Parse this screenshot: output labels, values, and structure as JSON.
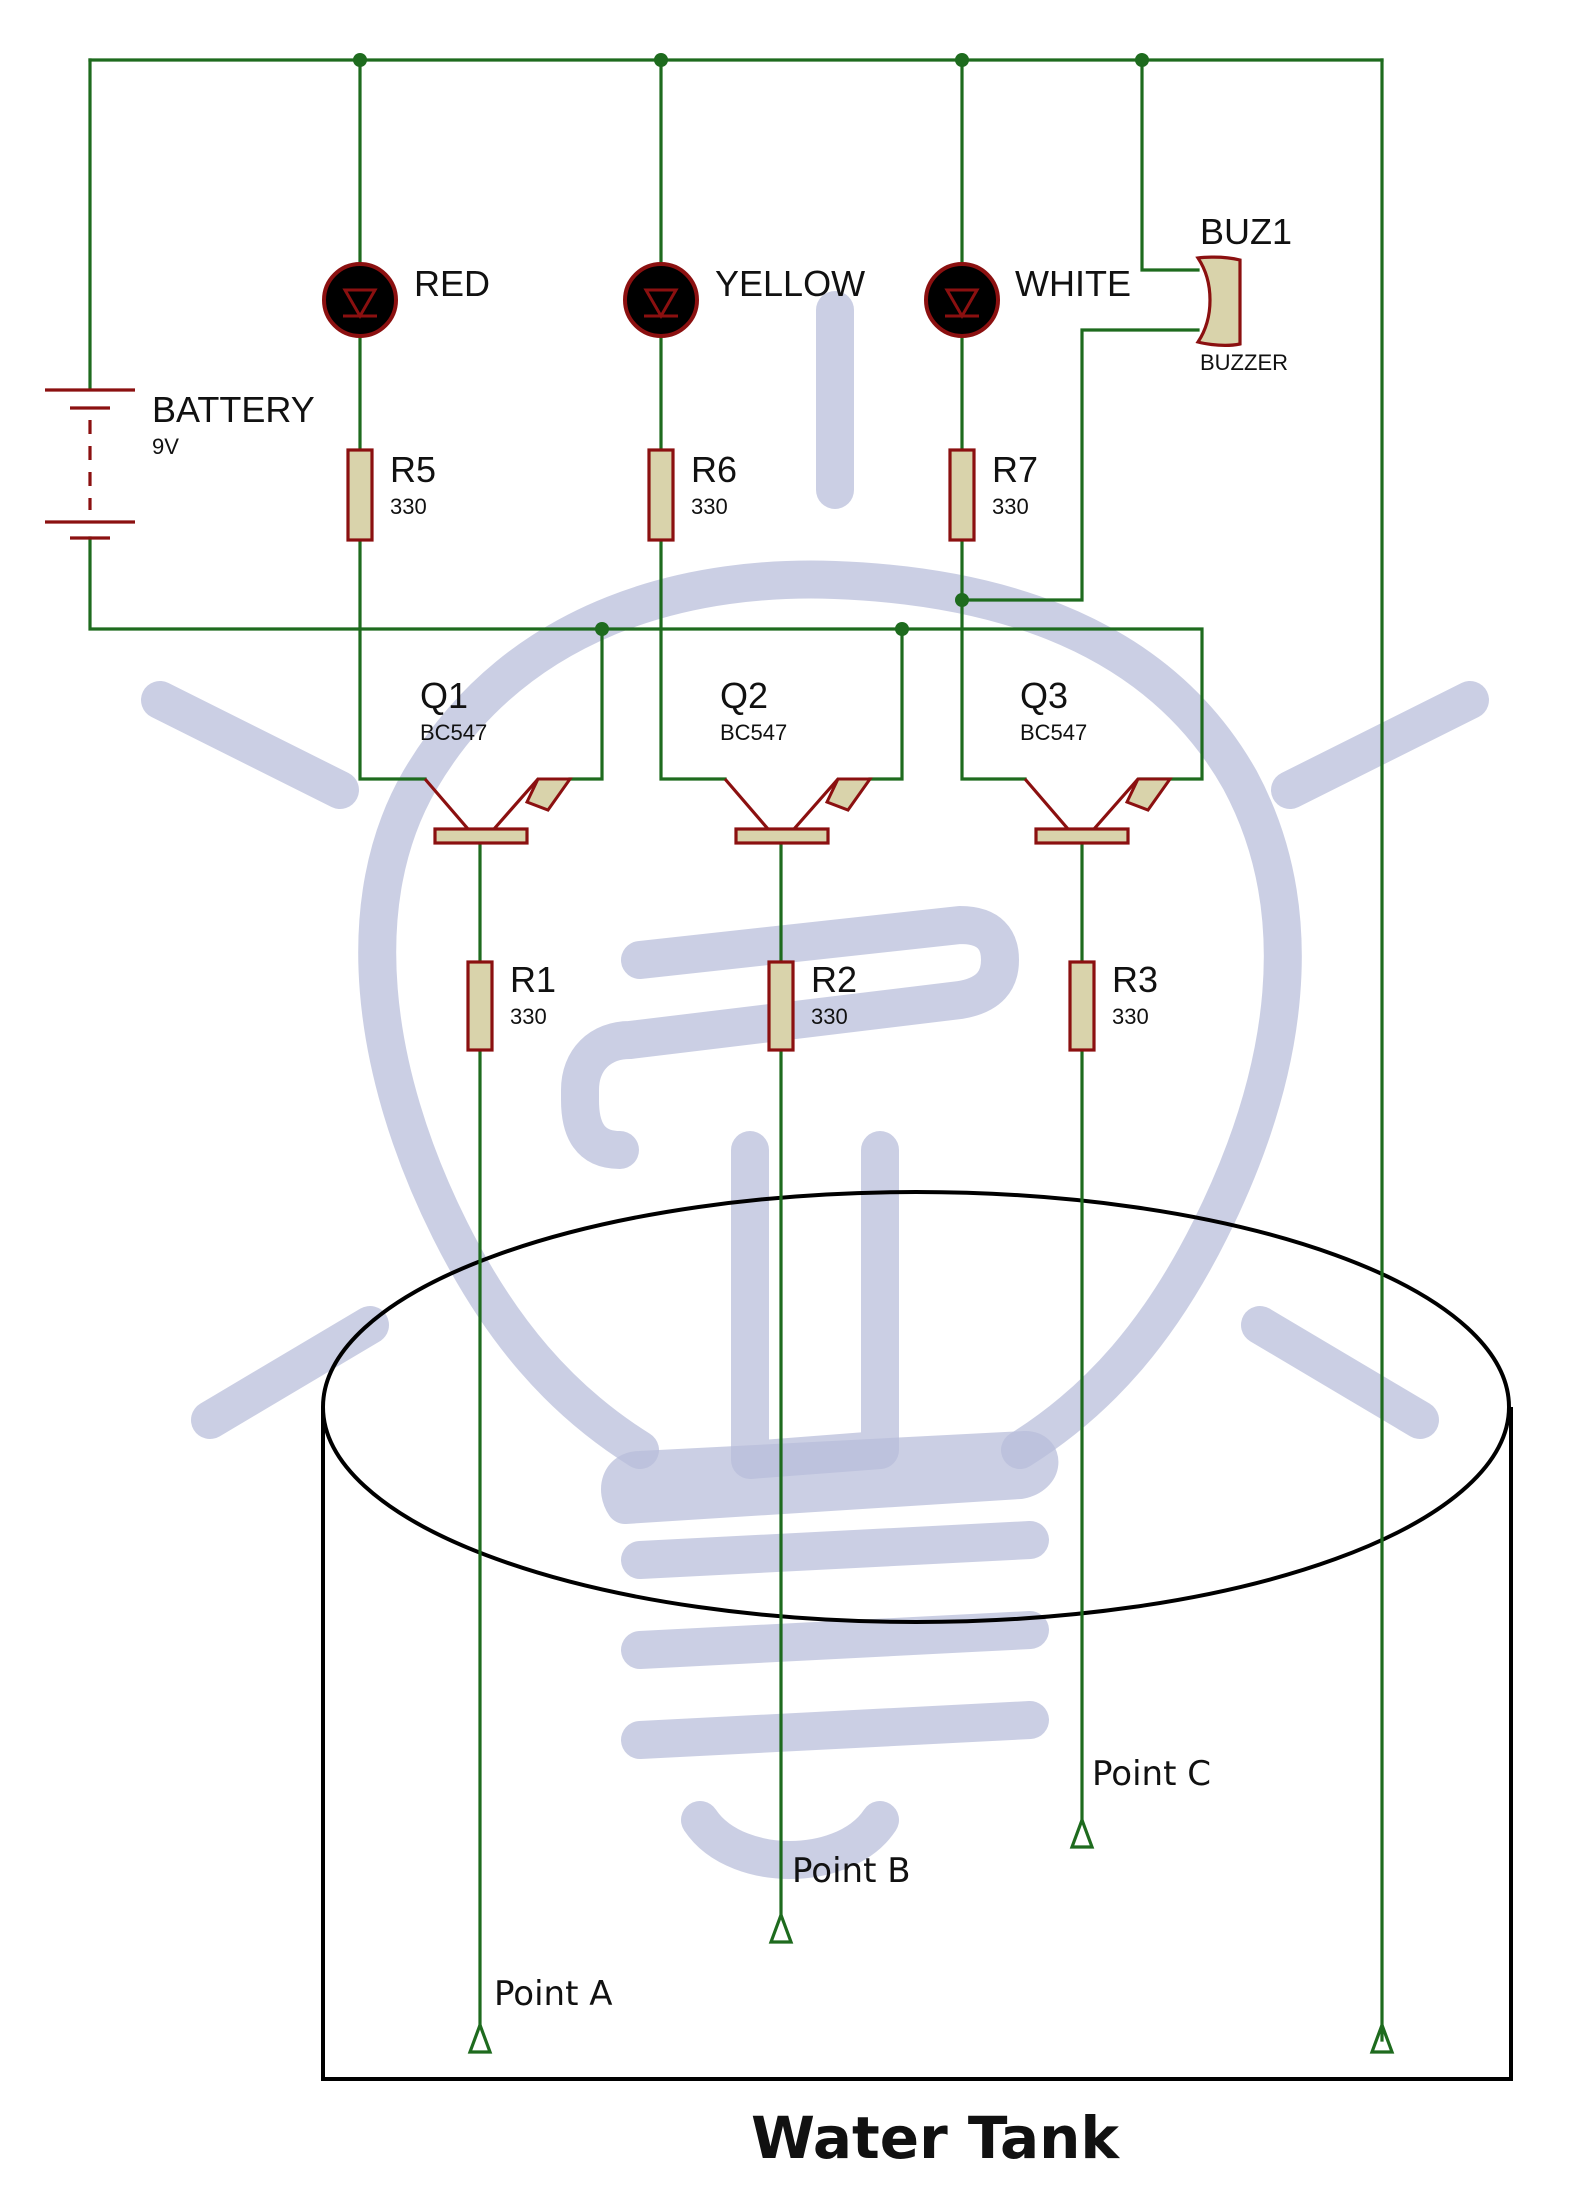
{
  "battery": {
    "name": "BATTERY",
    "value": "9V"
  },
  "leds": [
    {
      "name": "RED"
    },
    {
      "name": "YELLOW"
    },
    {
      "name": "WHITE"
    }
  ],
  "buzzer": {
    "name": "BUZ1",
    "value": "BUZZER"
  },
  "resistors_top": [
    {
      "name": "R5",
      "value": "330"
    },
    {
      "name": "R6",
      "value": "330"
    },
    {
      "name": "R7",
      "value": "330"
    }
  ],
  "transistors": [
    {
      "name": "Q1",
      "value": "BC547"
    },
    {
      "name": "Q2",
      "value": "BC547"
    },
    {
      "name": "Q3",
      "value": "BC547"
    }
  ],
  "resistors_bottom": [
    {
      "name": "R1",
      "value": "330"
    },
    {
      "name": "R2",
      "value": "330"
    },
    {
      "name": "R3",
      "value": "330"
    }
  ],
  "probes": [
    {
      "label": "Point A"
    },
    {
      "label": "Point B"
    },
    {
      "label": "Point C"
    }
  ],
  "tank": {
    "label": "Water Tank"
  },
  "colors": {
    "wire": "#1e6b1e",
    "component": "#8b1010",
    "resistor_fill": "#d9d3ab",
    "watermark": "#b7bcda"
  }
}
